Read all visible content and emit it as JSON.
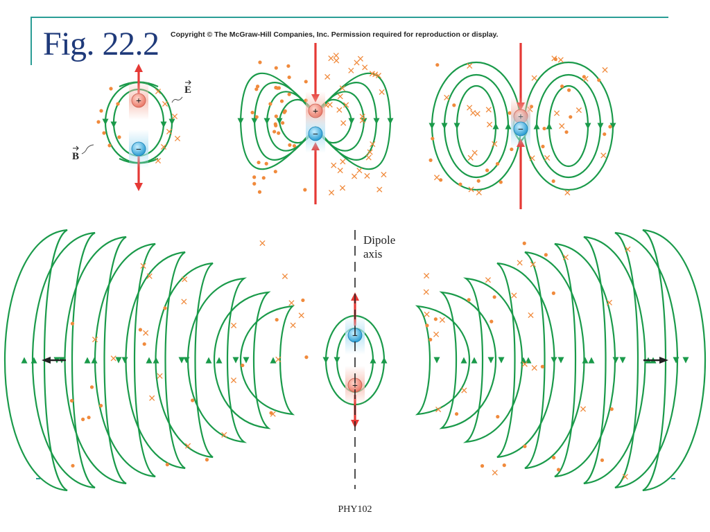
{
  "slide": {
    "title": "Fig. 22.2",
    "copyright": "Copyright © The McGraw-Hill Companies, Inc. Permission required for reproduction or display.",
    "footer": "PHY102"
  },
  "labels": {
    "e_field": "E",
    "b_field": "B",
    "axis_line1": "Dipole",
    "axis_line2": "axis",
    "plus": "+",
    "minus": "−"
  },
  "colors": {
    "field_line": "#1a9a4a",
    "velocity_arrow": "#e53935",
    "propagation_arrow": "#222222",
    "positive_charge": "#f08a7a",
    "negative_charge": "#39aee0",
    "b_dot": "#f08a3c",
    "b_cross": "#f08a3c",
    "title": "#1f3a7a",
    "frame_rule": "#2a9d95"
  },
  "icons": {
    "dot": "b-field-out-of-page-dot-icon",
    "cross": "b-field-into-page-cross-icon"
  }
}
